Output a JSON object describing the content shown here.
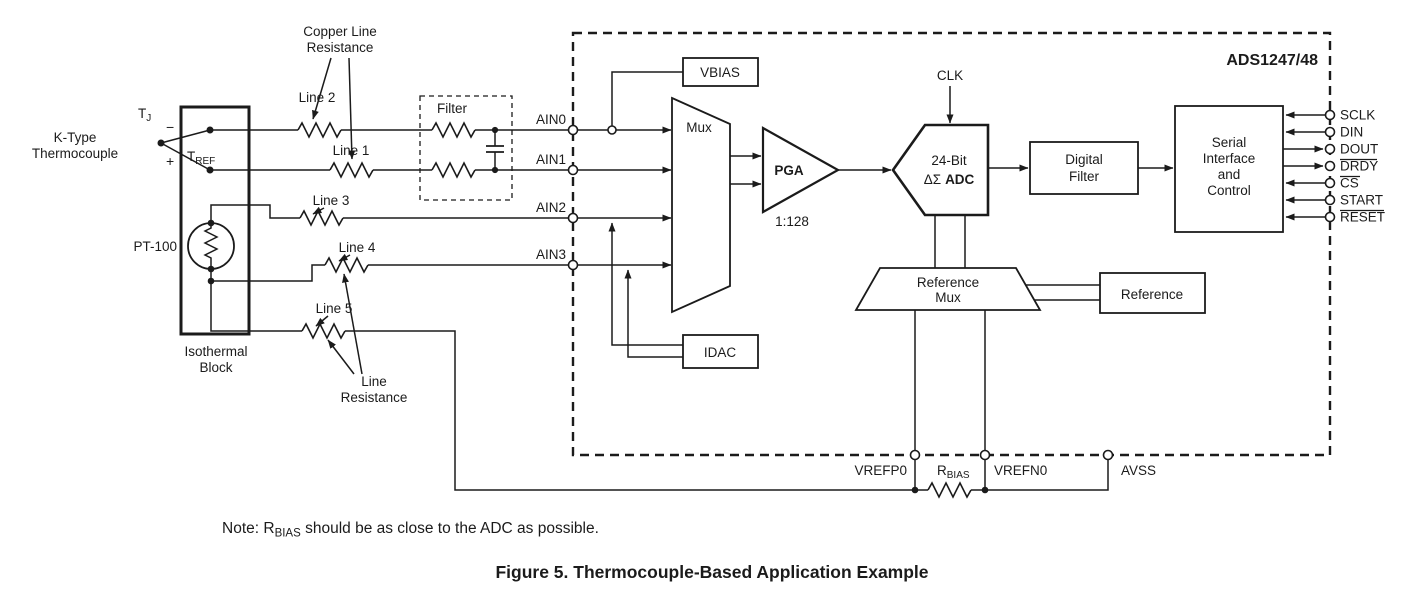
{
  "thermocouple": {
    "tj": "T",
    "tj_sub": "J",
    "type_line1": "K-Type",
    "type_line2": "Thermocouple",
    "minus": "−",
    "plus": "+"
  },
  "isothermal": {
    "tref": "T",
    "tref_sub": "REF",
    "pt100": "PT-100",
    "label_line1": "Isothermal",
    "label_line2": "Block"
  },
  "annotations": {
    "copper_line1": "Copper Line",
    "copper_line2": "Resistance",
    "line1": "Line 1",
    "line2": "Line 2",
    "line3": "Line 3",
    "line4": "Line 4",
    "line5": "Line 5",
    "line_res_line1": "Line",
    "line_res_line2": "Resistance",
    "filter": "Filter"
  },
  "inputs": {
    "ain0": "AIN0",
    "ain1": "AIN1",
    "ain2": "AIN2",
    "ain3": "AIN3"
  },
  "chip": {
    "name": "ADS1247/48",
    "vbias": "VBIAS",
    "mux": "Mux",
    "idac": "IDAC",
    "pga": "PGA",
    "gain": "1:128",
    "clk": "CLK",
    "adc_line1": "24-Bit",
    "adc_sigma": "ΔΣ",
    "adc_name": "ADC",
    "digital_line1": "Digital",
    "digital_line2": "Filter",
    "serial_line1": "Serial",
    "serial_line2": "Interface",
    "serial_line3": "and",
    "serial_line4": "Control",
    "refmux_line1": "Reference",
    "refmux_line2": "Mux",
    "reference": "Reference"
  },
  "pins": {
    "sclk": "SCLK",
    "din": "DIN",
    "dout": "DOUT",
    "drdy": "DRDY",
    "cs": "CS",
    "start": "START",
    "reset": "RESET"
  },
  "bottom": {
    "vrefp0": "VREFP0",
    "rbias": "R",
    "rbias_sub": "BIAS",
    "vrefn0": "VREFN0",
    "avss": "AVSS"
  },
  "note": {
    "prefix": "Note:  R",
    "sub": "BIAS",
    "suffix": " should be as close to the ADC as possible."
  },
  "caption": "Figure 5. Thermocouple-Based Application Example"
}
